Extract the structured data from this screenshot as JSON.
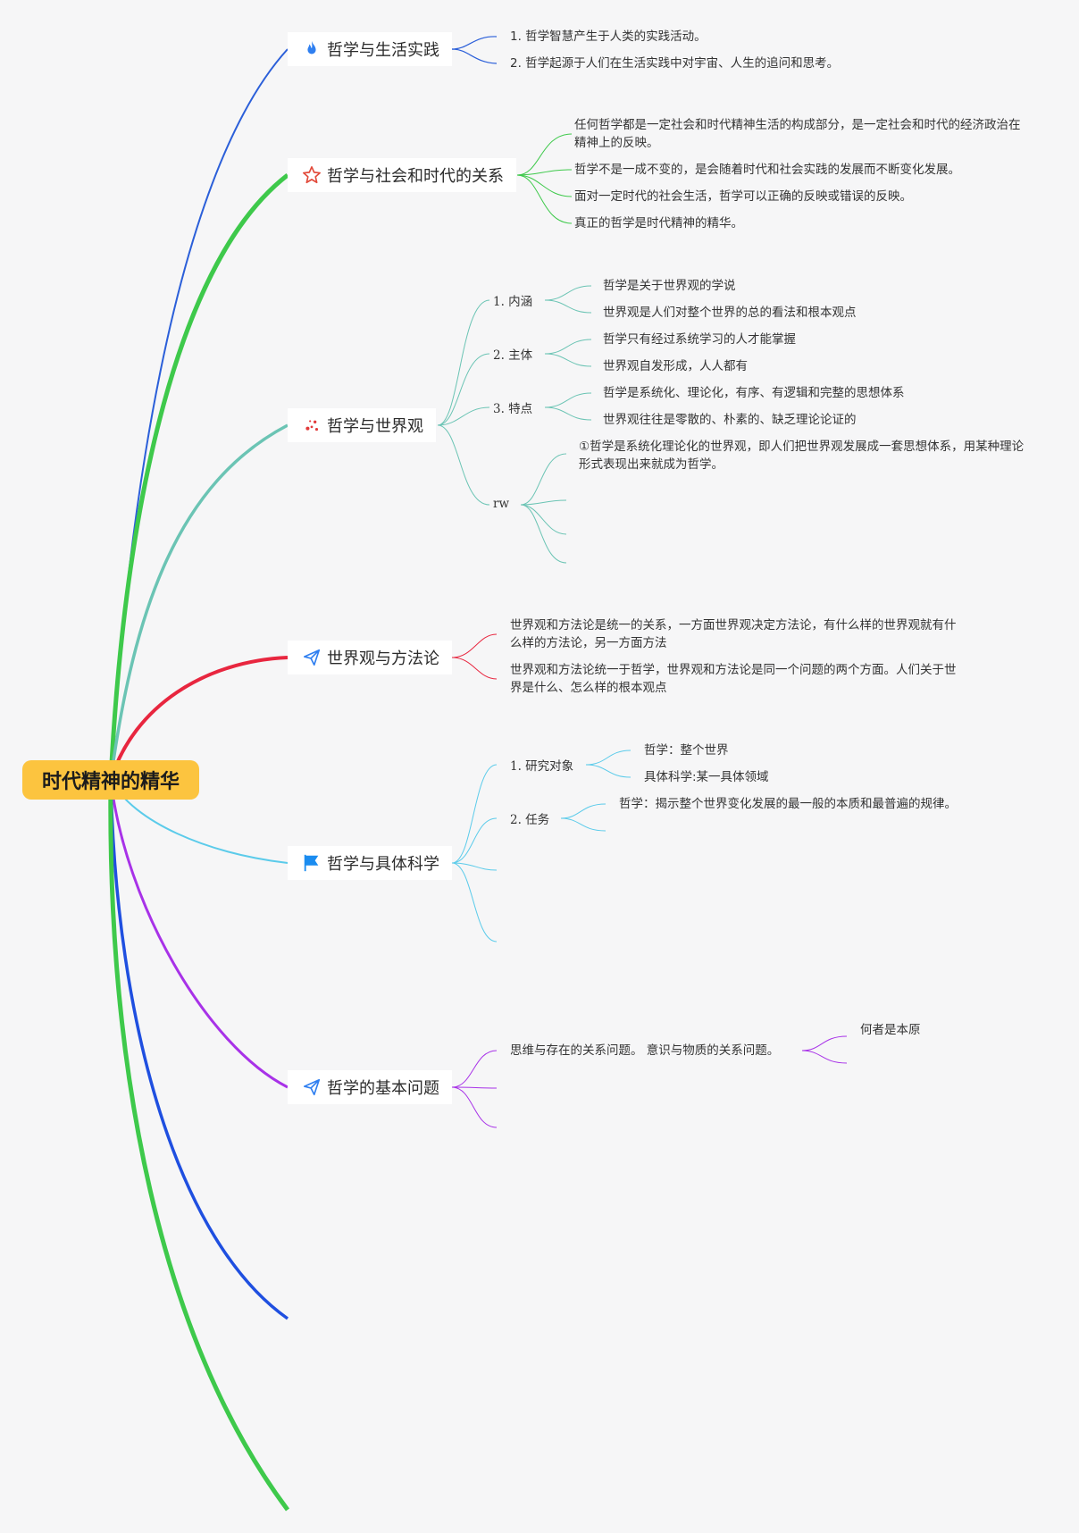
{
  "root": {
    "label": "时代精神的精华"
  },
  "topics": [
    {
      "label": "哲学与生活实践",
      "icon": "fire-icon",
      "color": "#2b5fd9",
      "leaves": [
        "1. 哲学智慧产生于人类的实践活动。",
        "2. 哲学起源于人们在生活实践中对宇宙、人生的追问和思考。"
      ]
    },
    {
      "label": "哲学与社会和时代的关系",
      "icon": "star-icon",
      "color": "#3ec94b",
      "leaves": [
        "任何哲学都是一定社会和时代精神生活的构成部分，是一定社会和时代的经济政治在精神上的反映。",
        "哲学不是一成不变的，是会随着时代和社会实践的发展而不断变化发展。",
        "面对一定时代的社会生活，哲学可以正确的反映或错误的反映。",
        "真正的哲学是时代精神的精华。"
      ]
    },
    {
      "label": "哲学与世界观",
      "icon": "sparkle-icon",
      "color": "#6bc4b4",
      "subs": [
        {
          "label": "1. 内涵",
          "leaves": [
            "哲学是关于世界观的学说",
            "世界观是人们对整个世界的总的看法和根本观点"
          ]
        },
        {
          "label": "2. 主体",
          "leaves": [
            "哲学只有经过系统学习的人才能掌握",
            "世界观自发形成，人人都有"
          ]
        },
        {
          "label": "3. 特点",
          "leaves": [
            "哲学是系统化、理论化，有序、有逻辑和完整的思想体系",
            "世界观往往是零散的、朴素的、缺乏理论论证的"
          ]
        },
        {
          "label": "rw",
          "leaves": [
            "①哲学是系统化理论化的世界观，即人们把世界观发展成一套思想体系，用某种理论形式表现出来就成为哲学。"
          ]
        }
      ]
    },
    {
      "label": "世界观与方法论",
      "icon": "paper-plane-icon",
      "color": "#e8263f",
      "leaves": [
        "世界观和方法论是统一的关系，一方面世界观决定方法论，有什么样的世界观就有什么样的方法论，另一方面方法",
        "世界观和方法论统一于哲学，世界观和方法论是同一个问题的两个方面。人们关于世界是什么、怎么样的根本观点"
      ]
    },
    {
      "label": "哲学与具体科学",
      "icon": "flag-icon",
      "color": "#5bcbea",
      "subs": [
        {
          "label": "1. 研究对象",
          "leaves": [
            "哲学：整个世界",
            "具体科学:某一具体领域"
          ]
        },
        {
          "label": "2. 任务",
          "leaves": [
            "哲学：揭示整个世界变化发展的最一般的本质和最普遍的规律。"
          ]
        }
      ]
    },
    {
      "label": "哲学的基本问题",
      "icon": "paper-plane-icon",
      "color": "#a832e8",
      "leaves": [
        "思维与存在的关系问题。 意识与物质的关系问题。"
      ],
      "extra": "何者是本原"
    }
  ],
  "colors": {
    "root": "#fcc43f",
    "blue_tail": "#1f4fe0",
    "green_tail": "#3ec94b"
  }
}
